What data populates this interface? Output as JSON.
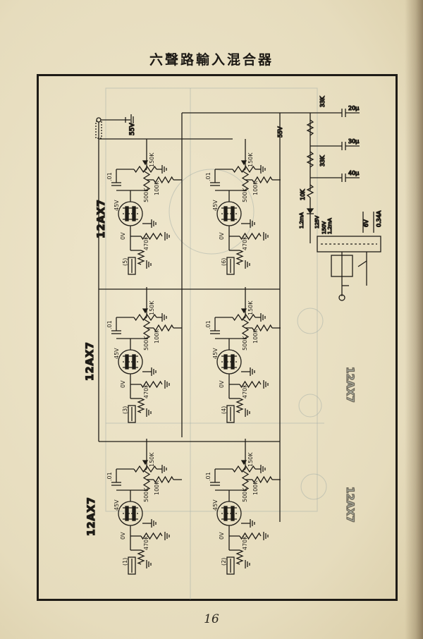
{
  "title": "六聲路輸入混合器",
  "page_number": "16",
  "tube_type": "12AX7",
  "supply": {
    "rail_voltage": "55V",
    "caps": [
      "20μ",
      "30μ",
      "40μ"
    ],
    "resistors": [
      "33K",
      "33K",
      "10K"
    ],
    "rectifier": [
      "1.2mA",
      "125V",
      "150V",
      "1.2mA"
    ],
    "heater": [
      "6V",
      "0.34A"
    ]
  },
  "stages": [
    {
      "input": "(1)",
      "plate_v": "45V",
      "grid_v": "0V",
      "coupling_cap": ".01",
      "plate_r": "150K",
      "pot": "500K",
      "mix_r": "100K",
      "cathode_r": "470K"
    },
    {
      "input": "(2)",
      "plate_v": "45V",
      "grid_v": "0V",
      "coupling_cap": ".01",
      "plate_r": "150K",
      "pot": "500K",
      "mix_r": "100K",
      "cathode_r": "470K"
    },
    {
      "input": "(3)",
      "plate_v": "45V",
      "grid_v": "0V",
      "coupling_cap": ".01",
      "plate_r": "150K",
      "pot": "500K",
      "mix_r": "100K",
      "cathode_r": "470K"
    },
    {
      "input": "(4)",
      "plate_v": "45V",
      "grid_v": "0V",
      "coupling_cap": ".01",
      "plate_r": "150K",
      "pot": "500K",
      "mix_r": "100K",
      "cathode_r": "470K"
    },
    {
      "input": "(5)",
      "plate_v": "45V",
      "grid_v": "0V",
      "coupling_cap": ".01",
      "plate_r": "150K",
      "pot": "500K",
      "mix_r": "100K",
      "cathode_r": "470K"
    },
    {
      "input": "(6)",
      "plate_v": "45V",
      "grid_v": "0V",
      "coupling_cap": ".01",
      "plate_r": "150K",
      "pot": "500K",
      "mix_r": "100K",
      "cathode_r": "470K"
    }
  ],
  "show_through": [
    "12AX7",
    "12AX7"
  ]
}
